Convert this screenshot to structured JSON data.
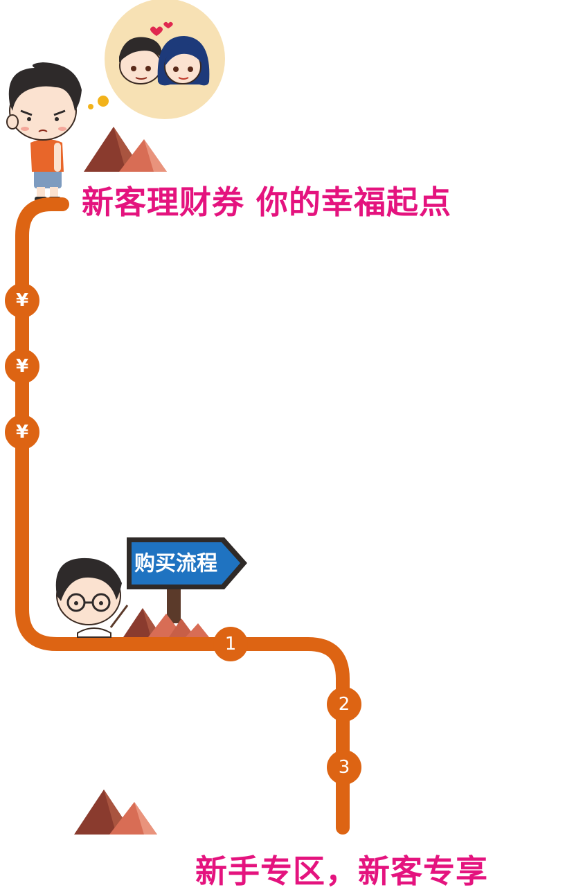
{
  "headline_top": "新客理财券 你的幸福起点",
  "headline_bottom": "新手专区，新客专享",
  "signpost_label": "购买流程",
  "yen_markers": [
    "¥",
    "¥",
    "¥"
  ],
  "steps": [
    "1",
    "2",
    "3"
  ],
  "colors": {
    "path": "#dd6413",
    "headline": "#e4137e",
    "sign": "#1f73c1",
    "mountain_dark": "#8a3b2e",
    "mountain_light": "#d86d55"
  }
}
